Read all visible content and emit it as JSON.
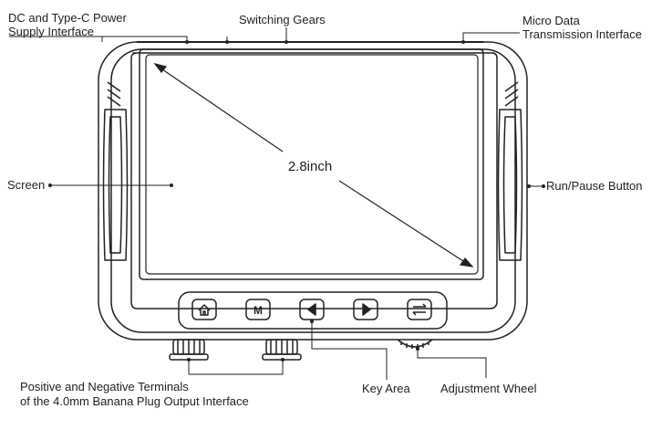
{
  "labels": {
    "power_line1": "DC and Type-C Power",
    "power_line2": "Supply Interface",
    "switching_gears": "Switching Gears",
    "micro_line1": "Micro Data",
    "micro_line2": "Transmission Interface",
    "screen": "Screen",
    "run_pause": "Run/Pause Button",
    "terminals_line1": "Positive and Negative Terminals",
    "terminals_line2": "of the 4.0mm Banana Plug Output Interface",
    "key_area": "Key Area",
    "adjustment_wheel": "Adjustment Wheel",
    "screen_size": "2.8inch",
    "menu_key": "M"
  },
  "keys": [
    "home-icon",
    "M",
    "left-arrow-icon",
    "right-arrow-icon",
    "swap-arrows-icon"
  ],
  "colors": {
    "ink": "#222222",
    "background": "#ffffff"
  }
}
